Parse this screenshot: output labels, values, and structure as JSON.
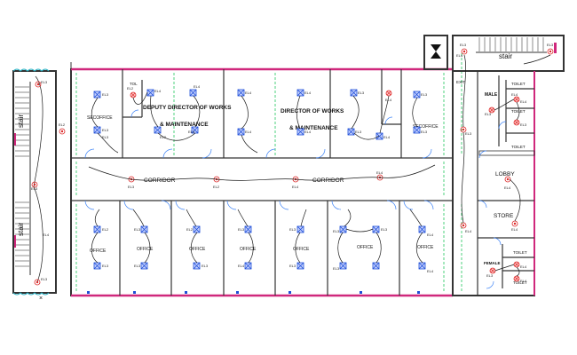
{
  "colors": {
    "wall": "#333333",
    "wall_strip": "#d0287c",
    "window": "#2fb4c6",
    "fixture": "#1d4ed8",
    "light": "#dc2626",
    "dashed_grid": "#22c55e",
    "door": "#3b82f6"
  },
  "icons": {
    "fan_fixture": "boxed-x-fixture-icon",
    "light_point": "circle-dot-light-icon",
    "exhaust": "circle-x-exhaust-icon",
    "void": "hourglass-void-icon"
  },
  "labels": {
    "stair_left_top": "stair",
    "stair_left_bottom": "stair",
    "stair_right": "stair",
    "sec_office_left": "SECOFFICE",
    "sec_office_right": "SECOFFICE",
    "toilet_small": "TOL",
    "deputy_line1": "DEPUTY DIRECTOR OF WORKS",
    "deputy_line2": "& MAINTENANCE",
    "director_line1": "DIRECTOR OF WORKS",
    "director_line2": "& MAINTENANCE",
    "corridor_left": "CORRIDOR",
    "corridor_right": "CORRIDOR",
    "office": "OFFICE",
    "exit": "EXIT",
    "male": "MALE",
    "toilet": "TOILET",
    "lobby": "LOBBY",
    "store": "STORE",
    "female": "FEMALE"
  },
  "tags": {
    "t_top_1": "EL3",
    "t_top_2": "EL3",
    "t_top_3": "EL4",
    "t_top_4": "EL4",
    "t_top_5": "EL4",
    "t_top_6": "EL4",
    "t_top_7": "EL3",
    "t_top_8": "EL2",
    "t_top_9": "EL3",
    "t_top_10": "EL4",
    "t_mid_1": "EL3",
    "t_mid_2": "EL2",
    "t_mid_3": "EL3",
    "t_mid_4": "EL4",
    "t_mid_5": "EL4",
    "t_mid_6": "EL3",
    "t_mid_7": "EL4",
    "t_mid_8": "EL3",
    "t_cor_1": "EL3",
    "t_cor_2": "EL2",
    "t_cor_3": "EL4",
    "t_cor_4": "EL4",
    "t_bot_1": "EL2",
    "t_bot_2": "EL3",
    "t_bot_3": "EL3",
    "t_bot_4": "EL3",
    "t_bot_5": "EL2",
    "t_bot_6": "EL3",
    "t_bot_7": "EL3",
    "t_bot_8": "EL4",
    "t_bot_9": "EL3",
    "t_bot_10": "EL3",
    "t_bot_11": "EL3",
    "t_bot_12": "EL3",
    "t_bot_13": "EL3",
    "t_bot_14": "EL4",
    "t_bot_15": "EL4",
    "t_r_1": "EL3",
    "t_r_2": "EL3",
    "t_r_3": "EL3",
    "t_r_4": "EL4",
    "t_r_5": "EL3",
    "t_r_6": "EL3",
    "t_r_7": "EL4",
    "t_r_8": "EL4",
    "t_r_9": "EL4",
    "t_r_10": "EL4",
    "t_r_11": "EL4",
    "t_r_12": "EL3",
    "t_r_13": "EL4",
    "t_r_14": "EL4",
    "t_l_1": "EL3",
    "t_l_2": "EL2",
    "t_l_3": "EL3",
    "t_l_4": "EL4",
    "t_l_5": "EL3"
  }
}
